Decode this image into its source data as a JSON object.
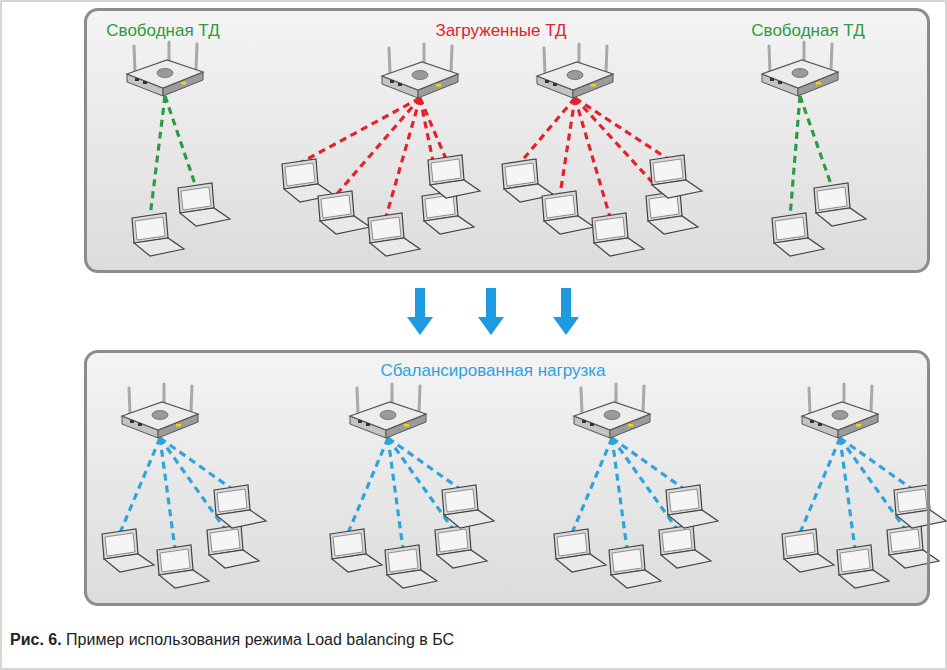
{
  "diagram": {
    "caption": "Рис. 6. Пример использования режима Load balancing в БС",
    "nodes": [
      {
        "text": [
          "Свободная ТД",
          "Загруженные ТД",
          "Свободная ТД"
        ]
      },
      {
        "text": [
          "Сбалансированная нагрузка"
        ]
      }
    ],
    "edges": [
      {
        "from": 0,
        "to": 1,
        "arrow": "to"
      },
      {
        "from": 0,
        "to": 1,
        "arrow": "to"
      },
      {
        "from": 0,
        "to": 1,
        "arrow": "to"
      }
    ]
  }
}
